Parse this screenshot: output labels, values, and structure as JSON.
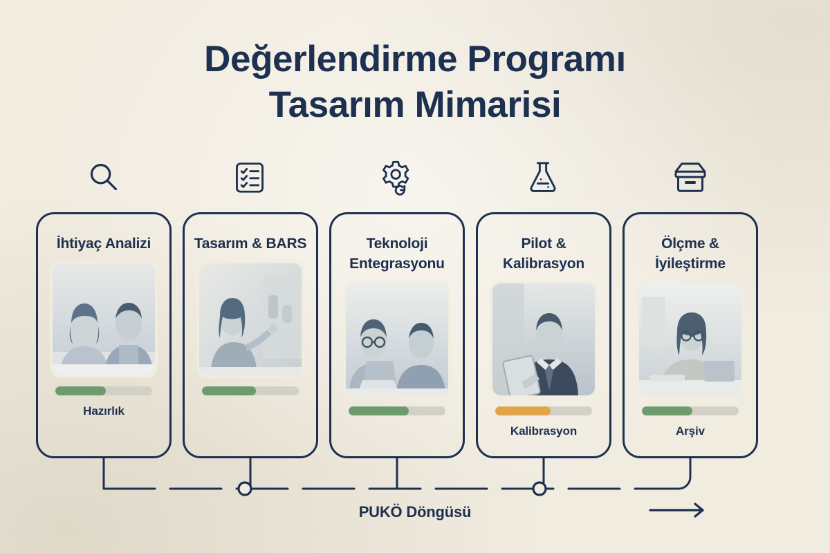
{
  "page": {
    "background_color": "#f1ece0",
    "ink_color": "#1d3050",
    "accent_green": "#6e9b6d",
    "accent_orange": "#e0a54a",
    "track_color": "#d2d1c8"
  },
  "title": {
    "line1": "Değerlendirme Programı",
    "line2": "Tasarım Mimarisi"
  },
  "stages": [
    {
      "icon_name": "magnifier-icon",
      "title": "İhtiyaç Analizi",
      "photo_alt": "two-colleagues-reviewing",
      "progress_percent": 52,
      "progress_color": "#6e9b6d",
      "status": "Hazırlık"
    },
    {
      "icon_name": "checklist-icon",
      "title": "Tasarım & BARS",
      "photo_alt": "woman-presenting-at-board",
      "progress_percent": 56,
      "progress_color": "#6e9b6d",
      "status": ""
    },
    {
      "icon_name": "gear-refresh-icon",
      "title": "Teknoloji Entegrasyonu",
      "photo_alt": "two-men-at-laptop",
      "progress_percent": 62,
      "progress_color": "#6e9b6d",
      "status": ""
    },
    {
      "icon_name": "flask-icon",
      "title": "Pilot & Kalibrasyon",
      "photo_alt": "man-with-tablet",
      "progress_percent": 57,
      "progress_color": "#e0a54a",
      "status": "Kalibrasyon"
    },
    {
      "icon_name": "archive-box-icon",
      "title": "Ölçme & İyileştirme",
      "photo_alt": "woman-working-at-desk",
      "progress_percent": 52,
      "progress_color": "#6e9b6d",
      "status": "Arşiv"
    }
  ],
  "flow": {
    "cycle_label": "PUKÖ Döngüsü",
    "arrow_name": "flow-direction-arrow",
    "node_count": 2
  }
}
